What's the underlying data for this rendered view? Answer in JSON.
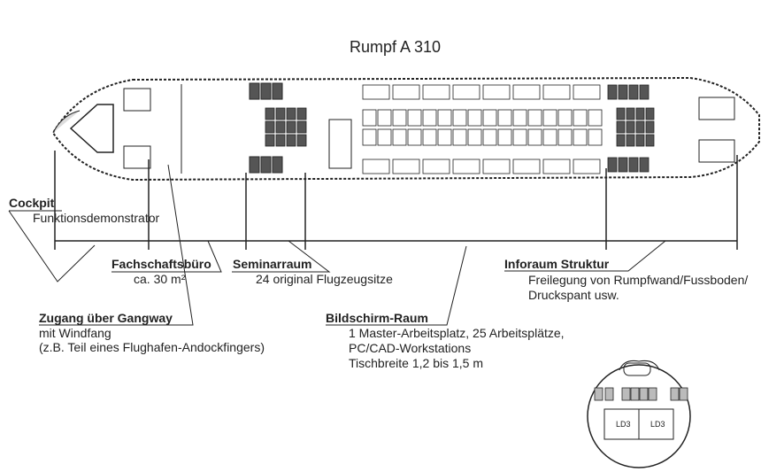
{
  "title": "Rumpf A 310",
  "labels": {
    "cockpit": {
      "heading": "Cockpit",
      "lines": [
        "Funktionsdemonstrator"
      ]
    },
    "fachschaftsbuero": {
      "heading": "Fachschaftsbüro",
      "lines": [
        "ca. 30 m²"
      ]
    },
    "seminarraum": {
      "heading": "Seminarraum",
      "lines": [
        "24 original Flugzeugsitze"
      ]
    },
    "zugang": {
      "heading": "Zugang über Gangway",
      "lines": [
        "mit Windfang",
        "(z.B. Teil eines Flughafen-Andockfingers)"
      ]
    },
    "bildschirm": {
      "heading": "Bildschirm-Raum",
      "lines": [
        "1 Master-Arbeitsplatz, 25 Arbeitsplätze,",
        "PC/CAD-Workstations",
        "Tischbreite 1,2 bis 1,5 m"
      ]
    },
    "inforaum": {
      "heading": "Inforaum Struktur",
      "lines": [
        "Freilegung von Rumpfwand/Fussboden/",
        "Druckspant usw."
      ]
    }
  },
  "cross_section": {
    "containers": [
      "LD3",
      "LD3"
    ]
  }
}
